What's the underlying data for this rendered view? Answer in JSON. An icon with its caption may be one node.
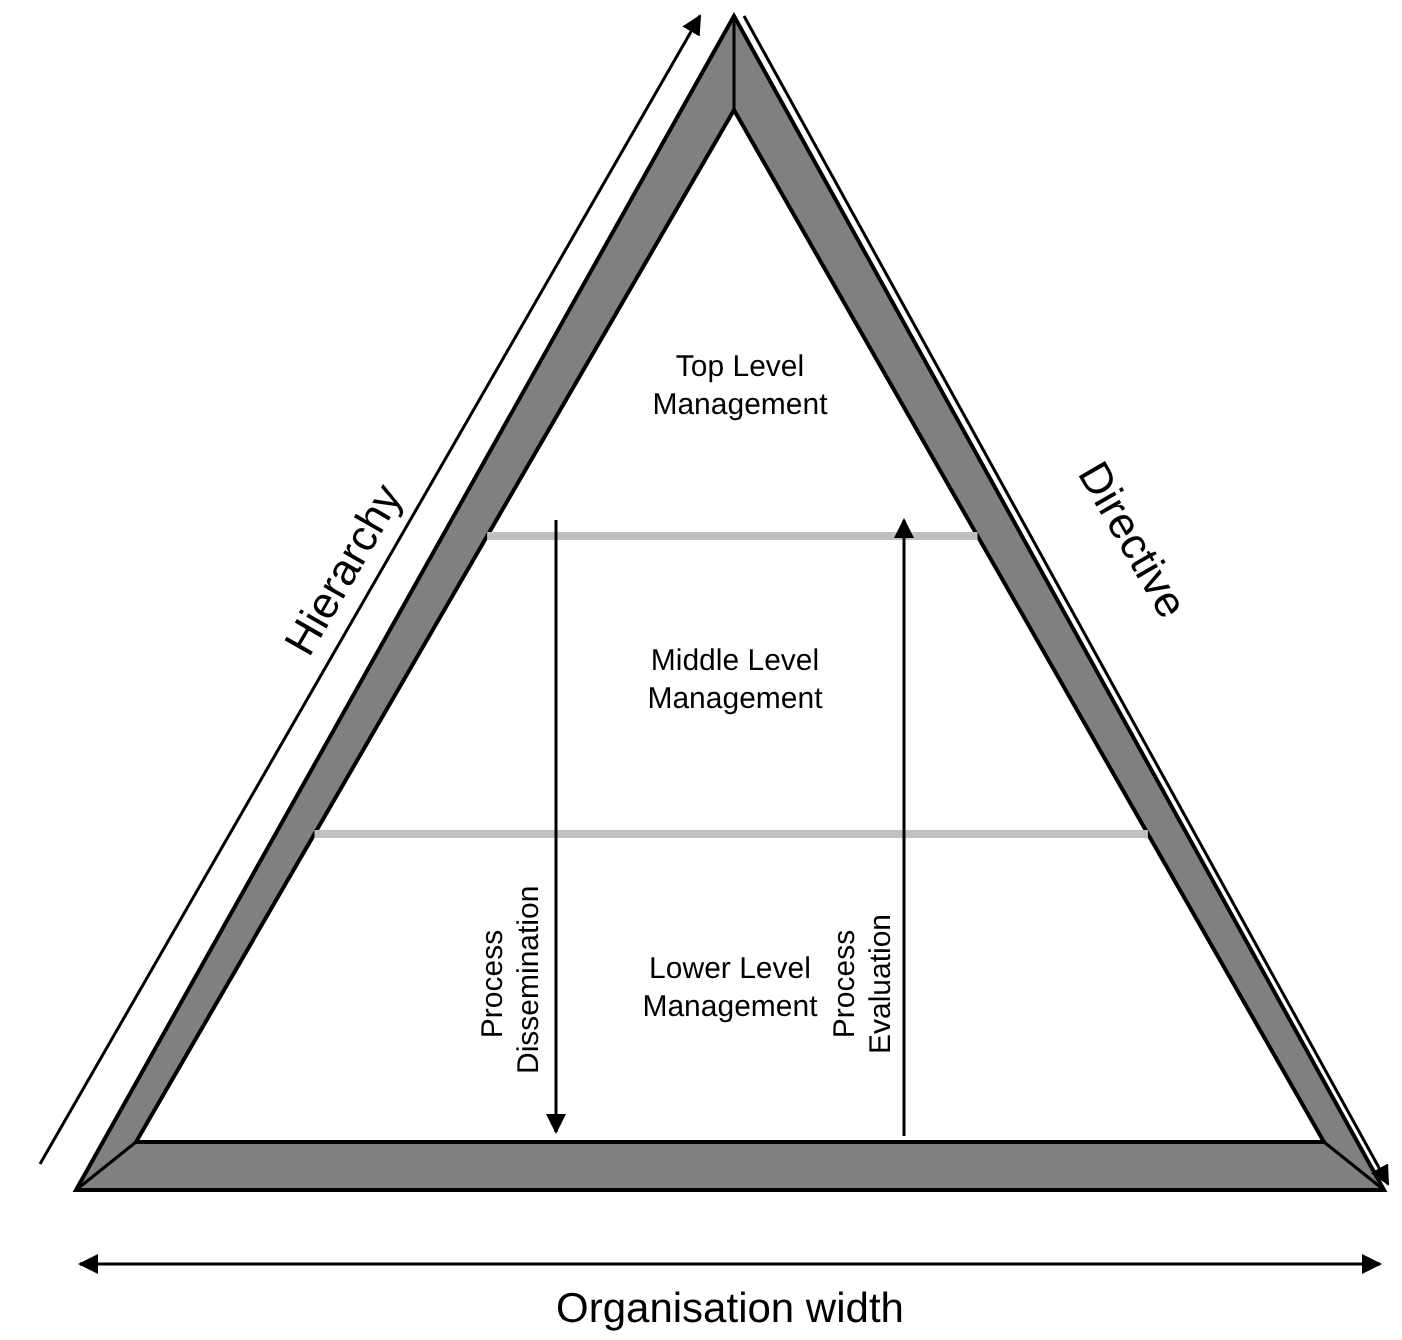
{
  "diagram": {
    "nodes": [
      {
        "text": [
          "Top Level Management"
        ]
      },
      {
        "text": [
          "Middle Level Management"
        ]
      },
      {
        "text": [
          "Lower Level Management"
        ]
      }
    ],
    "edges": [
      {
        "from": 0,
        "to": 2,
        "arrow": "to",
        "label": "Process Dissemination"
      },
      {
        "from": 2,
        "to": 0,
        "arrow": "to",
        "label": "Process Evaluation"
      }
    ],
    "labels": [
      "Hierarchy",
      "Directive",
      "Organisation width"
    ]
  }
}
